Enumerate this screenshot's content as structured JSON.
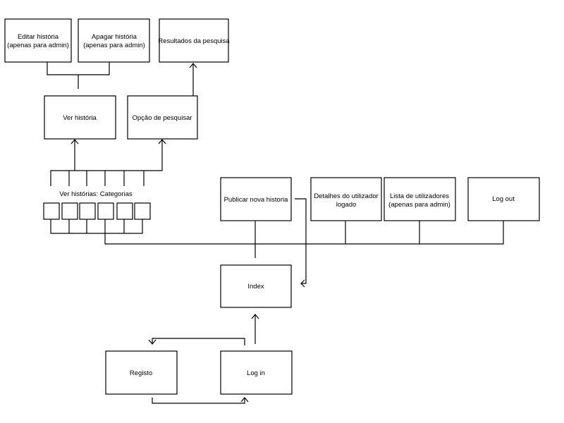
{
  "nodes": {
    "editar": [
      "Editar história",
      "(apenas para admin)"
    ],
    "apagar": [
      "Apagar história",
      "(apenas para admin)"
    ],
    "resultados": [
      "Resultados da pesquisa"
    ],
    "ver_historia": [
      "Ver história"
    ],
    "opcao_pesquisar": [
      "Opção de pesquisar"
    ],
    "categorias_label": [
      "Ver histórias: Categorias"
    ],
    "publicar": [
      "Publicar nova historia"
    ],
    "detalhes": [
      "Detalhes do utilizador",
      "logado"
    ],
    "lista": [
      "Lista de utilizadores",
      "(apenas para admin)"
    ],
    "logout": [
      "Log out"
    ],
    "index": [
      "Index"
    ],
    "registo": [
      "Registo"
    ],
    "login": [
      "Log in"
    ]
  }
}
